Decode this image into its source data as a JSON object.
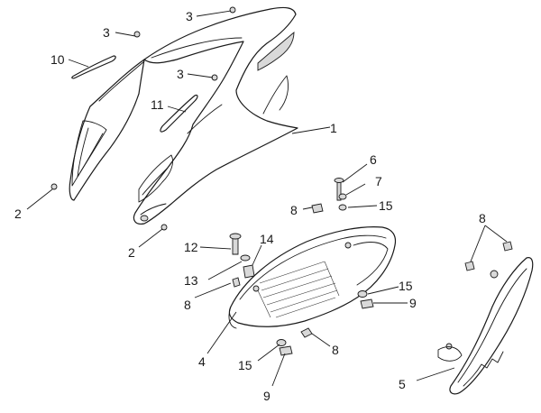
{
  "callouts": [
    {
      "id": "c1",
      "text": "1"
    },
    {
      "id": "c2a",
      "text": "2"
    },
    {
      "id": "c2b",
      "text": "2"
    },
    {
      "id": "c3a",
      "text": "3"
    },
    {
      "id": "c3b",
      "text": "3"
    },
    {
      "id": "c3c",
      "text": "3"
    },
    {
      "id": "c4",
      "text": "4"
    },
    {
      "id": "c5",
      "text": "5"
    },
    {
      "id": "c6",
      "text": "6"
    },
    {
      "id": "c7",
      "text": "7"
    },
    {
      "id": "c8a",
      "text": "8"
    },
    {
      "id": "c8b",
      "text": "8"
    },
    {
      "id": "c8c",
      "text": "8"
    },
    {
      "id": "c8d",
      "text": "8"
    },
    {
      "id": "c9a",
      "text": "9"
    },
    {
      "id": "c9b",
      "text": "9"
    },
    {
      "id": "c10",
      "text": "10"
    },
    {
      "id": "c11",
      "text": "11"
    },
    {
      "id": "c12",
      "text": "12"
    },
    {
      "id": "c13",
      "text": "13"
    },
    {
      "id": "c14",
      "text": "14"
    },
    {
      "id": "c15a",
      "text": "15"
    },
    {
      "id": "c15b",
      "text": "15"
    },
    {
      "id": "c15c",
      "text": "15"
    }
  ]
}
